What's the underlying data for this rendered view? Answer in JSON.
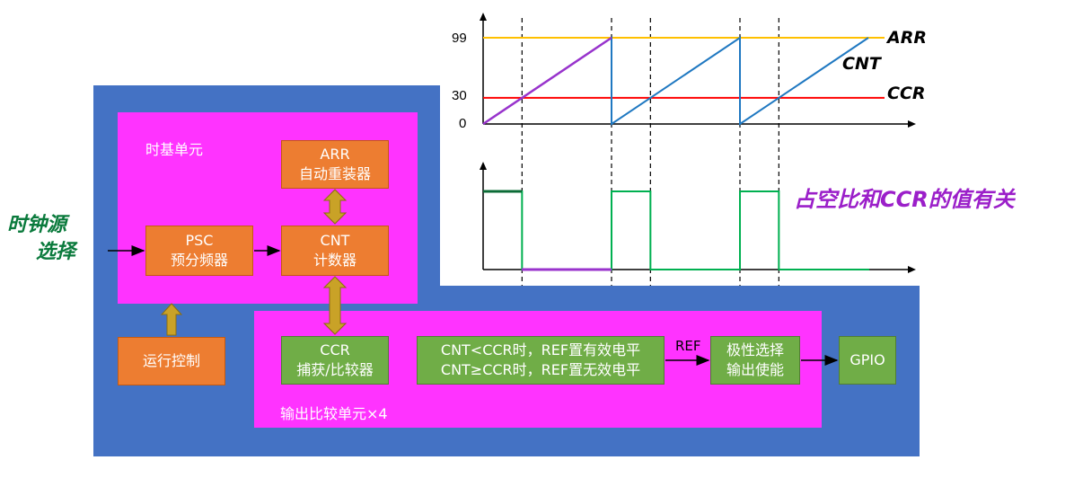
{
  "clock_source_note": [
    "时钟源",
    "选择"
  ],
  "time_base": {
    "title": "时基单元",
    "arr": [
      "ARR",
      "自动重装器"
    ],
    "psc": [
      "PSC",
      "预分频器"
    ],
    "cnt": [
      "CNT",
      "计数器"
    ]
  },
  "run_control": "运行控制",
  "output_compare": {
    "title": "输出比较单元×4",
    "ccr": [
      "CCR",
      "捕获/比较器"
    ],
    "condition": [
      "CNT<CCR时，REF置有效电平",
      "CNT≥CCR时，REF置无效电平"
    ],
    "ref_label": "REF",
    "polarity": [
      "极性选择",
      "输出使能"
    ],
    "gpio": "GPIO"
  },
  "waveform": {
    "y_ticks": [
      "99",
      "30",
      "0"
    ],
    "arr_label": "ARR",
    "cnt_label": "CNT",
    "ccr_label": "CCR",
    "duty_note": "占空比和CCR的值有关"
  },
  "chart_data": {
    "type": "line",
    "ylim": [
      0,
      99
    ],
    "arr_value": 99,
    "ccr_value": 30,
    "periods": 3,
    "series_colors": {
      "arr": "#ffc000",
      "ccr": "#ff0000",
      "cnt": "#1f78c1",
      "pwm": "#00b050",
      "highlight": "#9933cc"
    }
  }
}
